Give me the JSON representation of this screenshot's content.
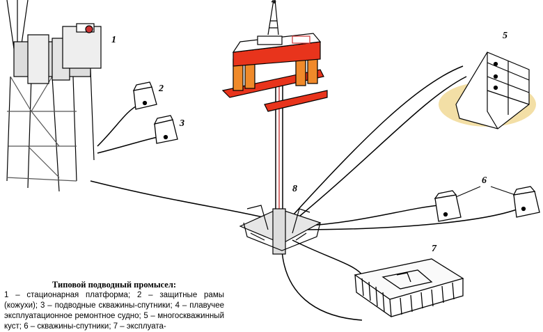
{
  "labels": {
    "n1": "1",
    "n2": "2",
    "n3": "3",
    "n4": "4",
    "n5": "5",
    "n6": "6",
    "n7": "7",
    "n8": "8"
  },
  "caption": {
    "title": "Типовой подводный промысел:",
    "body": "1 – стационарная платформа; 2 – защитные рамы (кожухи); 3 – подводные скважины-спутники; 4 – плавучее эксплуатационное ремонтное судно; 5 – многоскважинный куст; 6 – скважины-спутники; 7 – эксплуата-"
  },
  "colors": {
    "vessel_hull": "#e8341c",
    "vessel_columns": "#f08a2a",
    "seabed": "#f3dfa6",
    "line": "#000000"
  }
}
